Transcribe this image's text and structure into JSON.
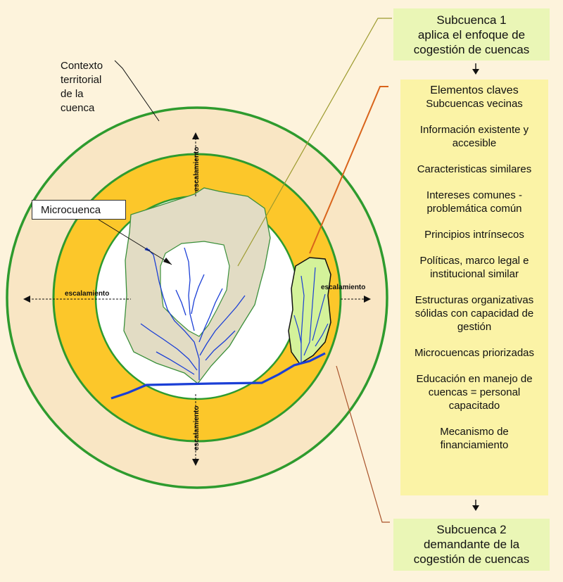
{
  "subcuenca1": {
    "lines": [
      "Subcuenca 1",
      "aplica el enfoque de",
      "cogestión de cuencas"
    ]
  },
  "elementos": {
    "heading": "Elementos claves",
    "items": [
      "Subcuencas vecinas",
      "Información existente y accesible",
      "Caracteristicas similares",
      "Intereses comunes - problemática común",
      "Principios intrínsecos",
      "Políticas, marco legal e institucional similar",
      "Estructuras organizativas sólidas con capacidad de gestión",
      "Microcuencas priorizadas",
      "Educación en manejo de cuencas = personal capacitado",
      "Mecanismo de financiamiento"
    ]
  },
  "subcuenca2": {
    "lines": [
      "Subcuenca 2",
      "demandante de la",
      "cogestión de cuencas"
    ]
  },
  "labels": {
    "contexto_lines": [
      "Contexto",
      "territorial",
      "de la",
      "cuenca"
    ],
    "microcuenca": "Microcuenca",
    "escalamiento": "escalamiento"
  },
  "colors": {
    "background": "#fdf3dc",
    "outer_ring": "#f9e6c4",
    "middle_ring": "#fcc72a",
    "ring_stroke": "#2e9b2e",
    "inner_disc": "#ffffff",
    "subcuenca_fill": "#e2dcc4",
    "subcuenca2_fill": "#d4f29a",
    "river": "#1b3fd6",
    "box_green": "#eaf6b6",
    "box_yellow": "#fbf3a6",
    "leader_olive": "#9c9a2e",
    "leader_orange": "#d9641b",
    "leader_brown": "#a8522a"
  }
}
